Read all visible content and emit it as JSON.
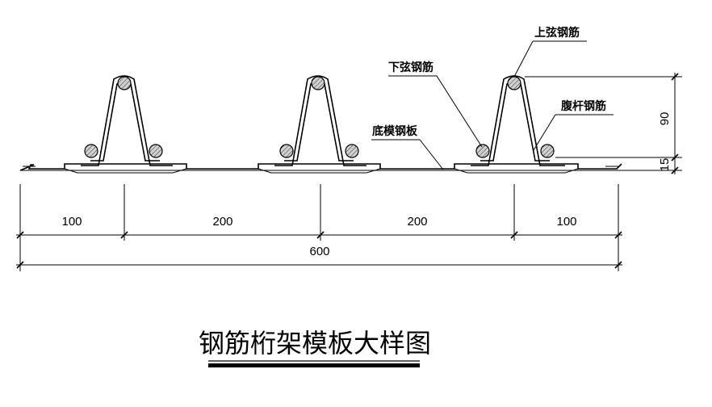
{
  "labels": {
    "top_chord": "上弦钢筋",
    "bottom_chord": "下弦钢筋",
    "web_bar": "腹杆钢筋",
    "deck_plate": "底模钢板"
  },
  "dimensions": {
    "spans": [
      "100",
      "200",
      "200",
      "100"
    ],
    "total": "600",
    "height_upper": "90",
    "height_lower": "15"
  },
  "title": "钢筋桁架模板大样图",
  "colors": {
    "line": "#000000",
    "bar_fill": "#c8c8c8"
  }
}
